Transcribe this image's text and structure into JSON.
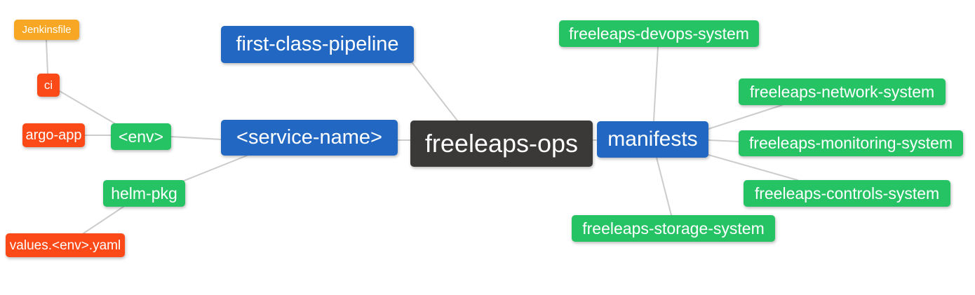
{
  "diagram": {
    "type": "mindmap",
    "root_label": "freeleaps-ops"
  },
  "colors": {
    "root_bg": "#3b3838",
    "blue_bg": "#2268c2",
    "green_bg": "#26c365",
    "red_bg": "#fb4a17",
    "orange_bg": "#f7a723",
    "node_text": "#ffffff",
    "edge_line": "#cccccc",
    "background": "#ffffff"
  },
  "nodes": {
    "root": {
      "label": "freeleaps-ops"
    },
    "first_class_pipeline": {
      "label": "first-class-pipeline"
    },
    "service_name": {
      "label": "<service-name>"
    },
    "manifests": {
      "label": "manifests"
    },
    "env": {
      "label": "<env>"
    },
    "helm_pkg": {
      "label": "helm-pkg"
    },
    "ci": {
      "label": "ci"
    },
    "argo_app": {
      "label": "argo-app"
    },
    "jenkinsfile": {
      "label": "Jenkinsfile"
    },
    "values_env_yaml": {
      "label": "values.<env>.yaml"
    },
    "devops_system": {
      "label": "freeleaps-devops-system"
    },
    "network_system": {
      "label": "freeleaps-network-system"
    },
    "monitoring_system": {
      "label": "freeleaps-monitoring-system"
    },
    "controls_system": {
      "label": "freeleaps-controls-system"
    },
    "storage_system": {
      "label": "freeleaps-storage-system"
    }
  },
  "edges": [
    {
      "from": "jenkinsfile",
      "to": "ci"
    },
    {
      "from": "ci",
      "to": "env"
    },
    {
      "from": "argo_app",
      "to": "env"
    },
    {
      "from": "env",
      "to": "service_name"
    },
    {
      "from": "helm_pkg",
      "to": "service_name"
    },
    {
      "from": "values_env_yaml",
      "to": "helm_pkg"
    },
    {
      "from": "first_class_pipeline",
      "to": "root"
    },
    {
      "from": "service_name",
      "to": "root"
    },
    {
      "from": "root",
      "to": "manifests"
    },
    {
      "from": "manifests",
      "to": "devops_system"
    },
    {
      "from": "manifests",
      "to": "network_system"
    },
    {
      "from": "manifests",
      "to": "monitoring_system"
    },
    {
      "from": "manifests",
      "to": "controls_system"
    },
    {
      "from": "manifests",
      "to": "storage_system"
    }
  ]
}
